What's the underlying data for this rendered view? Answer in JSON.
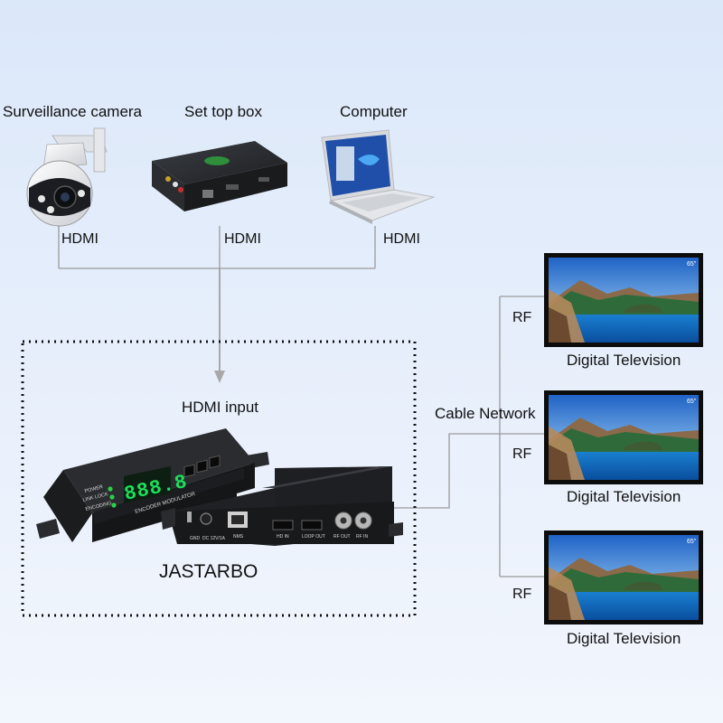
{
  "sources": [
    {
      "title": "Surveillance camera",
      "connector": "HDMI",
      "icon": "ptz-dome-camera-icon"
    },
    {
      "title": "Set top box",
      "connector": "HDMI",
      "icon": "set-top-box-icon"
    },
    {
      "title": "Computer",
      "connector": "HDMI",
      "icon": "laptop-icon"
    }
  ],
  "encoder": {
    "input_label": "HDMI input",
    "brand": "JASTARBO",
    "display_value": "888.8",
    "panel_title": "ENCODER MODULATOR",
    "indicators": [
      "POWER",
      "LINK LOCK",
      "ENCODING"
    ],
    "ports": [
      "GND",
      "DC 12V/1A",
      "NMS",
      "HD IN",
      "LOOP OUT",
      "RF OUT",
      "RF IN"
    ]
  },
  "network": {
    "label": "Cable Network"
  },
  "outputs": [
    {
      "connector": "RF",
      "caption": "Digital Television",
      "screen_size": "65\""
    },
    {
      "connector": "RF",
      "caption": "Digital Television",
      "screen_size": "65\""
    },
    {
      "connector": "RF",
      "caption": "Digital Television",
      "screen_size": "65\""
    }
  ],
  "colors": {
    "lines": "#9a9a9a",
    "arrow": "#a8a8a8",
    "dotted_frame": "#111111",
    "lcd": "#19e05a",
    "led": "#27d24a"
  }
}
